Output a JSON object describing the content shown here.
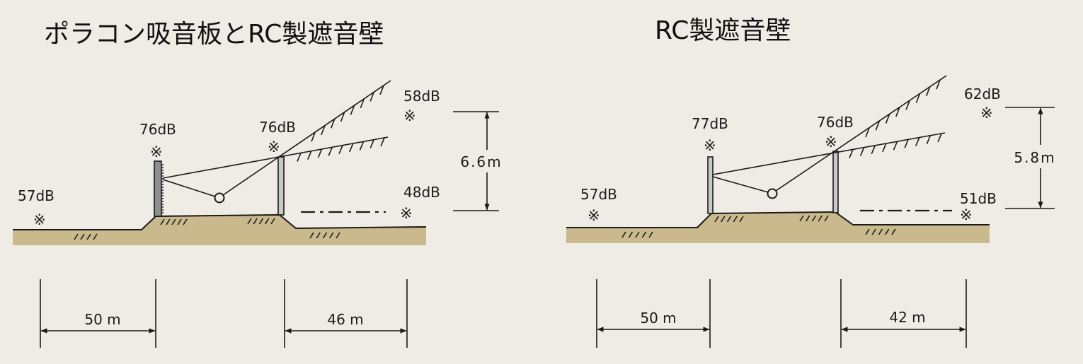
{
  "mark": "※",
  "colors": {
    "background": "#eeece5",
    "ground": "#c9b98d",
    "line": "#1a1a1a",
    "barrier": "#c9c9c9",
    "absorber": "#8f8f8f"
  },
  "diagrams": [
    {
      "title": "ポラコン吸音板とRC製遮音壁",
      "levels": {
        "far_left": "57dB",
        "barrier_1_top": "76dB",
        "barrier_2_top": "76dB",
        "upper_receiver": "58dB",
        "lower_receiver": "48dB"
      },
      "height": "6.6m",
      "distance_left": "50 m",
      "distance_right": "46 m"
    },
    {
      "title": "RC製遮音壁",
      "levels": {
        "far_left": "57dB",
        "barrier_1_top": "77dB",
        "barrier_2_top": "76dB",
        "upper_receiver": "62dB",
        "lower_receiver": "51dB"
      },
      "height": "5.8m",
      "distance_left": "50 m",
      "distance_right": "42 m"
    }
  ]
}
